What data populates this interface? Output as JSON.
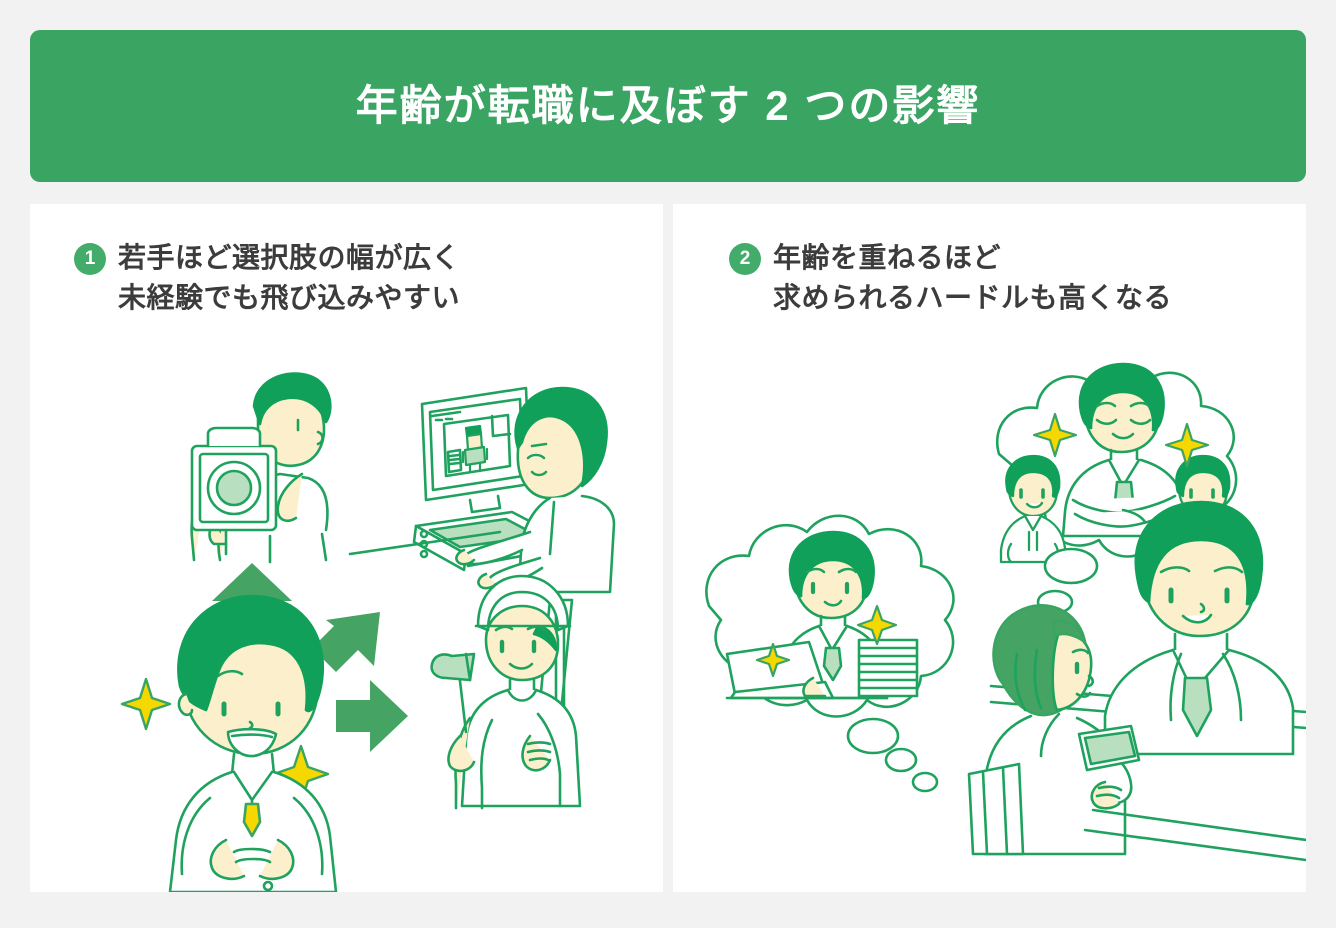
{
  "header": {
    "title": "年齢が転職に及ぼす 2 つの影響",
    "background_color": "#3aa463",
    "text_color": "#ffffff"
  },
  "theme": {
    "page_background": "#f2f2f2",
    "panel_background": "#ffffff",
    "accent_green": "#3aa463",
    "line_green": "#1fa25e",
    "light_green_fill": "#b8dfc0",
    "skin_fill": "#fcefcb",
    "sparkle_yellow": "#f5d800",
    "heading_text": "#3c3c3c"
  },
  "panels": [
    {
      "badge": "1",
      "title_line1": "若手ほど選択肢の幅が広く",
      "title_line2": "未経験でも飛び込みやすい",
      "illustration": {
        "name": "young-career-options-illustration",
        "scenes": [
          "person-holding-camera",
          "designer-at-computer",
          "smiling-young-person-center",
          "construction-worker-with-hammer"
        ],
        "arrows": [
          "arrow-up",
          "arrow-up-right",
          "arrow-right"
        ],
        "sparkles": 2
      }
    },
    {
      "badge": "2",
      "title_line1": "年齢を重ねるほど",
      "title_line2": "求められるハードルも高くなる",
      "illustration": {
        "name": "older-candidate-higher-hurdles-illustration",
        "scenes": [
          "thought-bubble-manager-with-team",
          "thought-bubble-businessman-at-laptop",
          "job-interview-desk-scene"
        ],
        "sparkles": 4
      }
    }
  ]
}
